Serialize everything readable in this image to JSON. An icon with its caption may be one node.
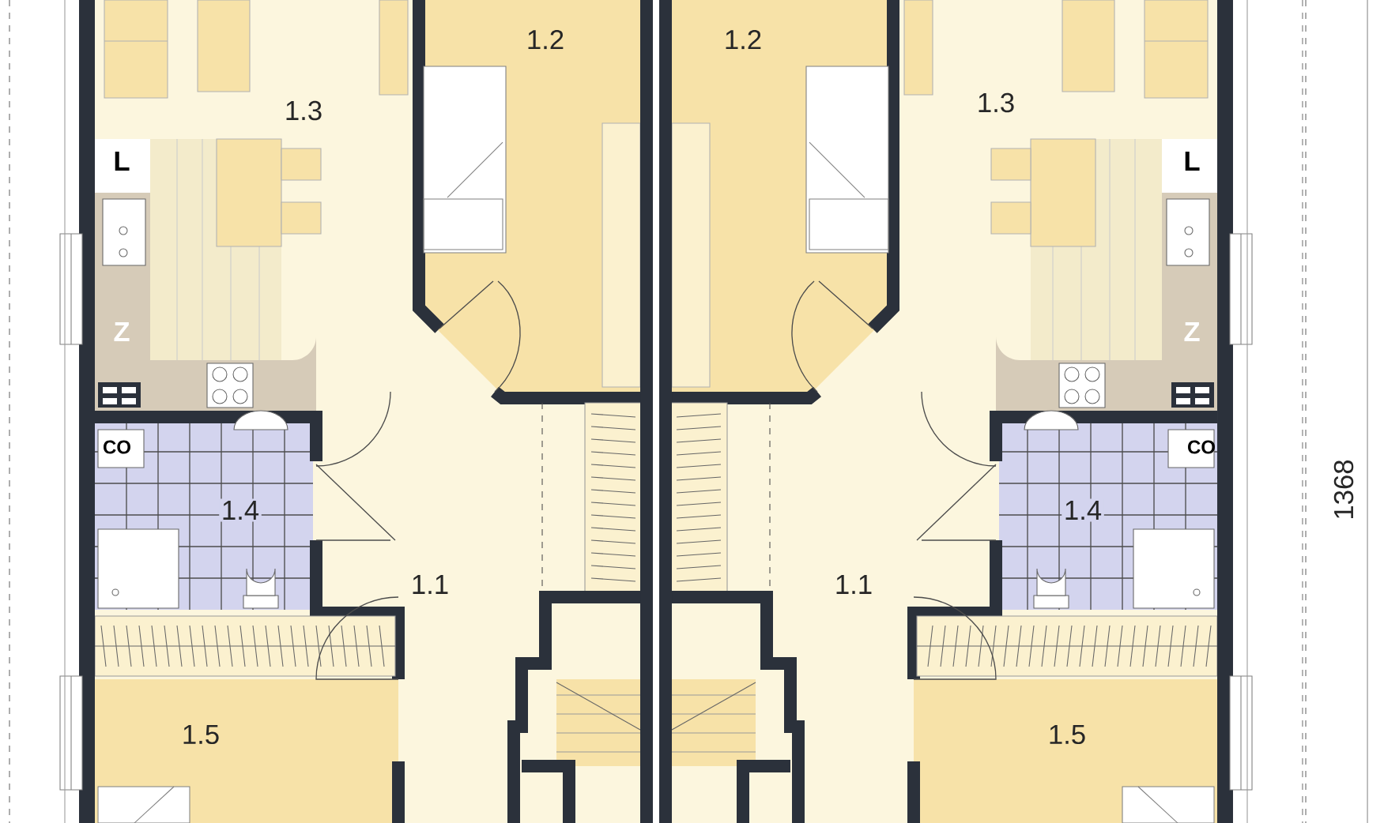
{
  "diagram": {
    "labels": [
      "1.2",
      "1.2",
      "1.3",
      "1.3",
      "L",
      "L",
      "Z",
      "Z",
      "CO",
      "CO",
      "1.4",
      "1.4",
      "1.1",
      "1.1",
      "1.5",
      "1.5",
      "1368"
    ]
  }
}
